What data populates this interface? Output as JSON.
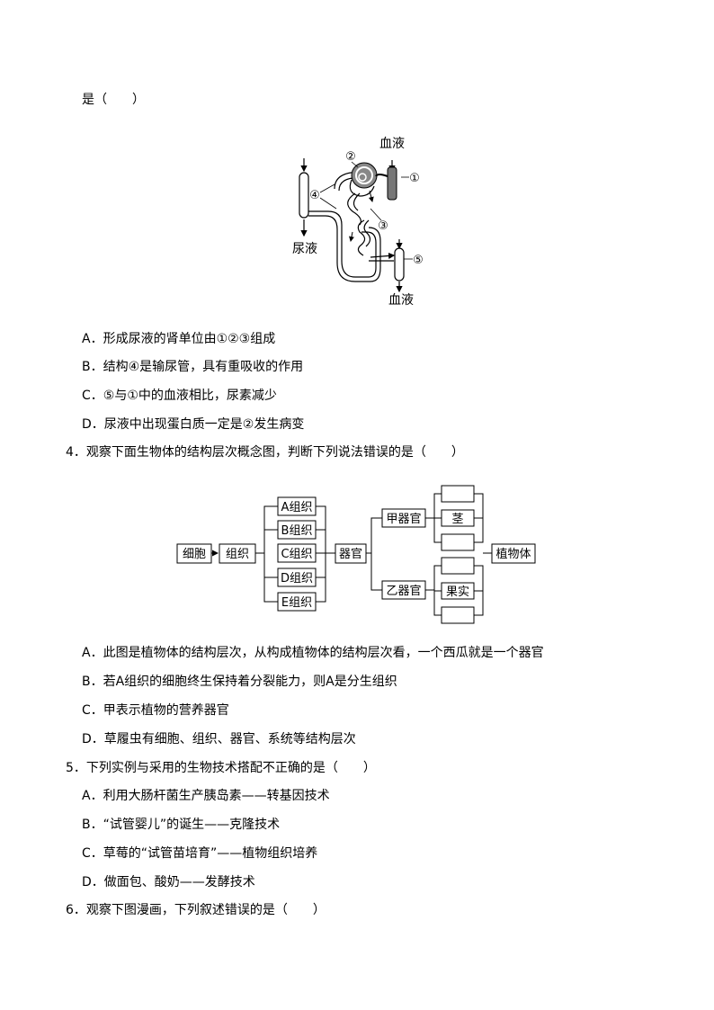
{
  "q3": {
    "stem_tail": "是（　　）",
    "figure": {
      "label_blood_top": "血液",
      "label_urine": "尿液",
      "label_blood_bottom": "血液",
      "marker_1": "①",
      "marker_2": "②",
      "marker_3": "③",
      "marker_4": "④",
      "marker_5": "⑤"
    },
    "options": [
      "A．形成尿液的肾单位由①②③组成",
      "B．结构④是输尿管，具有重吸收的作用",
      "C．⑤与①中的血液相比，尿素减少",
      "D．尿液中出现蛋白质一定是②发生病变"
    ]
  },
  "q4": {
    "stem": "4．观察下面生物体的结构层次概念图，判断下列说法错误的是（　　）",
    "diagram": {
      "cell": "细胞",
      "tissue": "组织",
      "tissues": [
        "A组织",
        "B组织",
        "C组织",
        "D组织",
        "E组织"
      ],
      "organ": "器官",
      "organ_jia": "甲器官",
      "organ_yi": "乙器官",
      "jia_items": [
        "",
        "茎",
        ""
      ],
      "yi_items": [
        "",
        "果实",
        ""
      ],
      "plant": "植物体"
    },
    "options": [
      "A．此图是植物体的结构层次，从构成植物体的结构层次看，一个西瓜就是一个器官",
      "B．若A组织的细胞终生保持着分裂能力，则A是分生组织",
      "C．甲表示植物的营养器官",
      "D．草履虫有细胞、组织、器官、系统等结构层次"
    ]
  },
  "q5": {
    "stem": "5．下列实例与采用的生物技术搭配不正确的是（　　）",
    "options": [
      "A．利用大肠杆菌生产胰岛素——转基因技术",
      "B．“试管婴儿”的诞生——克隆技术",
      "C．草莓的“试管苗培育”——植物组织培养",
      "D．做面包、酸奶——发酵技术"
    ]
  },
  "q6": {
    "stem": "6．观察下图漫画，下列叙述错误的是（　　）"
  }
}
